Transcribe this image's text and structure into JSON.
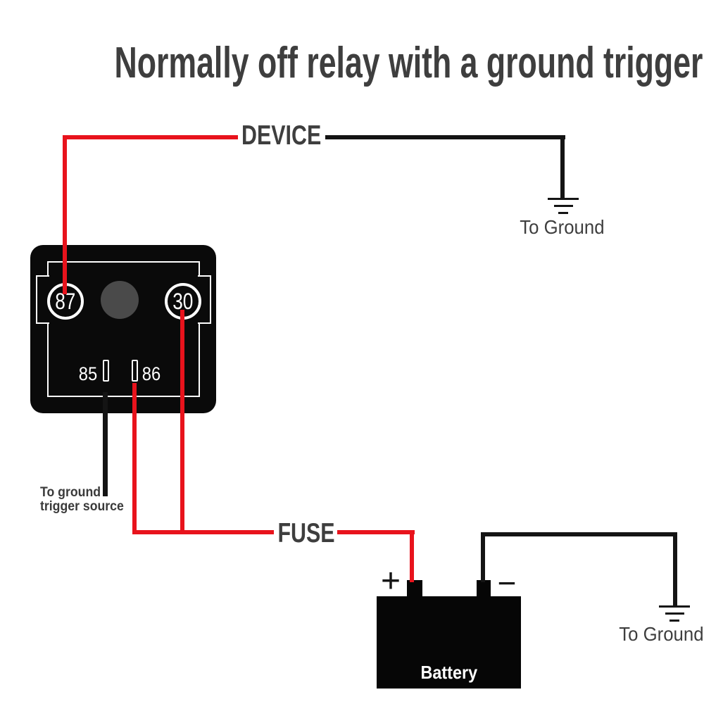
{
  "title": "Normally off relay with a ground trigger",
  "device": {
    "label": "DEVICE",
    "ground_label": "To Ground"
  },
  "relay": {
    "pins": {
      "p87": "87",
      "p30": "30",
      "p85": "85",
      "p86": "86"
    },
    "trigger_label_line1": "To ground",
    "trigger_label_line2": "trigger source"
  },
  "fuse": {
    "label": "FUSE"
  },
  "battery": {
    "label": "Battery",
    "positive_sign": "+",
    "negative_sign": "−",
    "ground_label": "To Ground"
  },
  "colors": {
    "wire_red": "#e8131c",
    "wire_black": "#141414",
    "text_dark": "#3e3e3e",
    "relay_body": "#0a0a0a",
    "relay_indicator_dot": "#4a4a4a",
    "relay_outline": "#ffffff",
    "battery_body": "#060606",
    "pin_text": "#ffffff",
    "background": "#ffffff"
  }
}
